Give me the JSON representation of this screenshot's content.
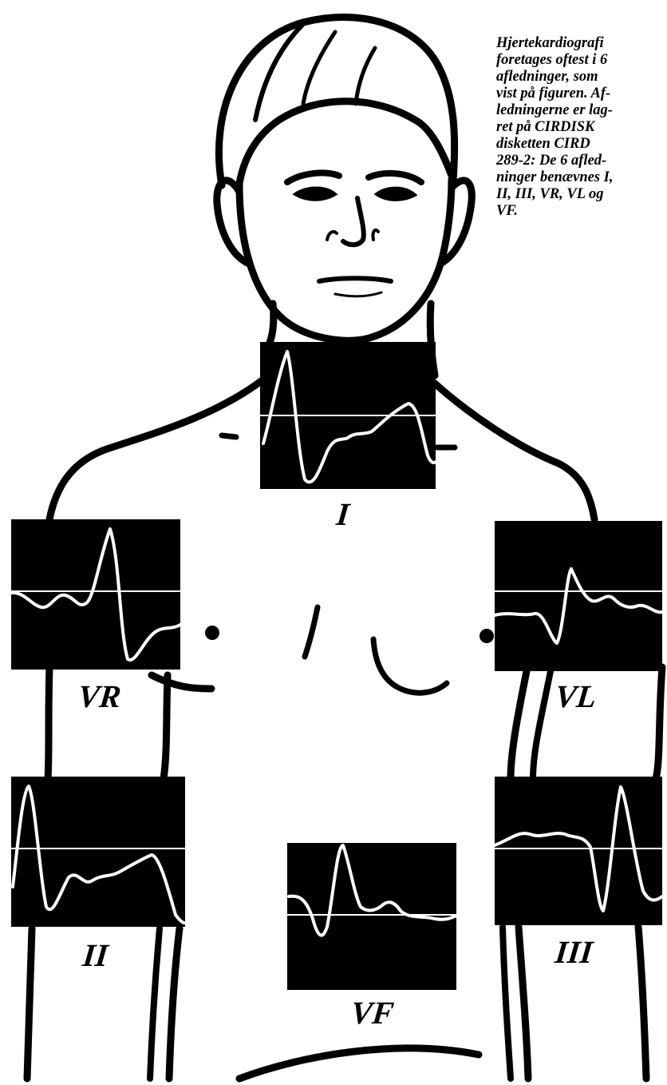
{
  "caption": {
    "lines": [
      "Hjertekardiografi",
      "foretages oftest i 6",
      "afledninger, som",
      "vist på figuren. Af-",
      "ledningerne er lag-",
      "ret på CIRDISK",
      "disketten CIRD",
      "289-2: De 6 afled-",
      "ninger benævnes I,",
      "II, III, VR, VL og",
      "VF."
    ]
  },
  "leads": [
    {
      "id": "I",
      "label": "I"
    },
    {
      "id": "VR",
      "label": "VR"
    },
    {
      "id": "VL",
      "label": "VL"
    },
    {
      "id": "II",
      "label": "II"
    },
    {
      "id": "VF",
      "label": "VF"
    },
    {
      "id": "III",
      "label": "III"
    }
  ],
  "colors": {
    "panel": "#000000",
    "trace": "#ffffff",
    "ink": "#000000",
    "paper": "#ffffff"
  }
}
